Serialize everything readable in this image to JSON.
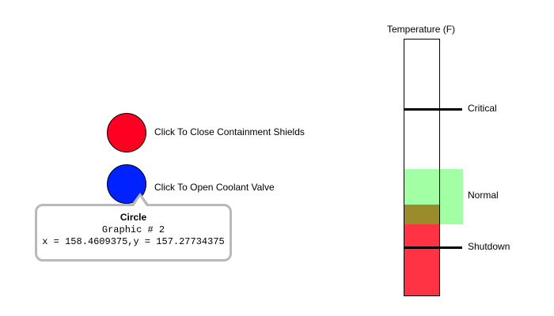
{
  "controls": {
    "close_shields": {
      "label": "Click To Close Containment Shields",
      "color": "#ff0022"
    },
    "open_coolant": {
      "label": "Click To Open Coolant Valve",
      "color": "#0022ff"
    }
  },
  "tooltip": {
    "title": "Circle",
    "graphic": "Graphic # 2",
    "coords": "x = 158.4609375,y = 157.27734375"
  },
  "thermometer": {
    "title": "Temperature (F)",
    "markers": {
      "critical": "Critical",
      "normal": "Normal",
      "shutdown": "Shutdown"
    },
    "colors": {
      "fill": "#ff3344",
      "normal_band": "#66ff66",
      "overlap": "#9a8c2a"
    }
  }
}
